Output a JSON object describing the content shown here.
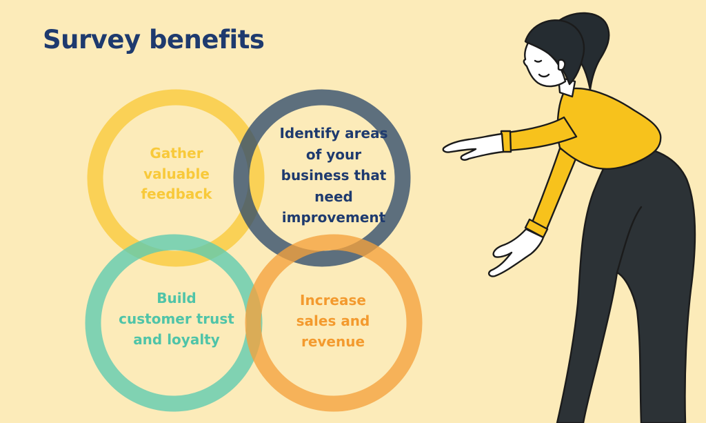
{
  "title": "Survey benefits",
  "colors": {
    "background": "#FCEBB9",
    "title": "#1E3A6E",
    "yellow": "#F8C93A",
    "navy": "#3E5A78",
    "teal": "#5CCBB0",
    "orange": "#F3A23E"
  },
  "benefits": [
    {
      "text": "Gather\nvaluable\nfeedback",
      "color": "#F8C93A"
    },
    {
      "text": "Identify areas\nof your\nbusiness that\nneed\nimprovement",
      "color": "#1E3A6E"
    },
    {
      "text": "Build\ncustomer trust\nand loyalty",
      "color": "#4FC4A8"
    },
    {
      "text": "Increase\nsales and\nrevenue",
      "color": "#F39A2E"
    }
  ],
  "illustration": "woman-pointing-at-circles"
}
